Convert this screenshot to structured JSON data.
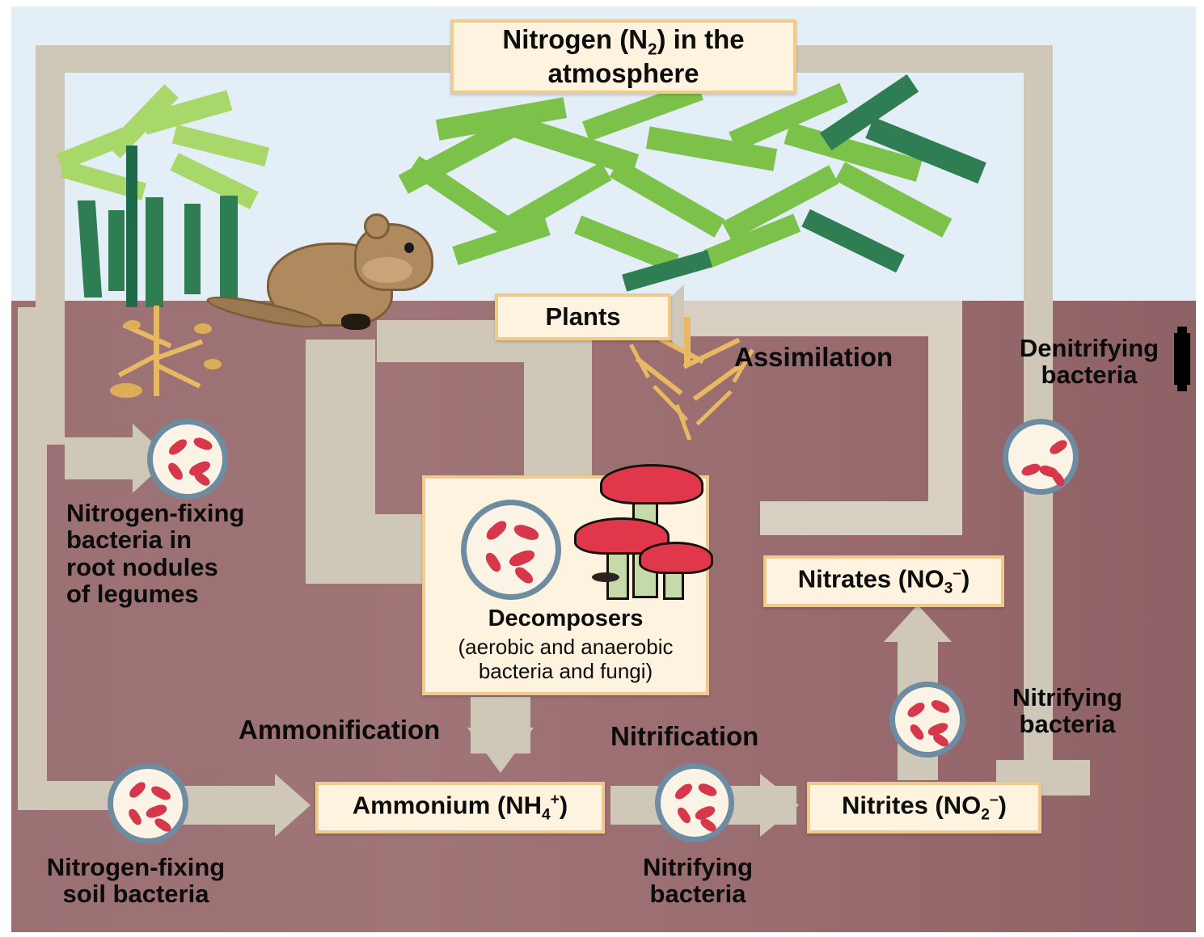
{
  "diagram": {
    "title": "Nitrogen Cycle",
    "colors": {
      "sky": "#e4eef7",
      "soil": "#9c6f72",
      "arrow": "#cfc7b8",
      "box_fill": "#fdf3df",
      "box_border": "#f0c98c",
      "bacteria_ring": "#6d8ca1",
      "bacteria_rod": "#d6374a",
      "text": "#0d0d0d"
    }
  },
  "boxes": {
    "atmosphere": {
      "line1": "Nitrogen (N",
      "sub1": "2",
      "line1b": ") in the",
      "line2": "atmosphere",
      "full": "Nitrogen (N2) in the atmosphere"
    },
    "plants": {
      "label": "Plants"
    },
    "decomposers": {
      "title": "Decomposers",
      "detail_line1": "(aerobic and anaerobic",
      "detail_line2": "bacteria and fungi)"
    },
    "nitrates": {
      "prefix": "Nitrates (NO",
      "sub": "3",
      "sup": "–",
      "suffix": ")",
      "full": "Nitrates (NO3–)"
    },
    "nitrites": {
      "prefix": "Nitrites (NO",
      "sub": "2",
      "sup": "–",
      "suffix": ")",
      "full": "Nitrites (NO2–)"
    },
    "ammonium": {
      "prefix": "Ammonium (NH",
      "sub": "4",
      "sup": "+",
      "suffix": ")",
      "full": "Ammonium (NH4+)"
    }
  },
  "labels": {
    "nitrogen_fixing_legume": "Nitrogen-fixing\nbacteria in\nroot nodules\nof legumes",
    "nitrogen_fixing_soil": "Nitrogen-fixing\nsoil bacteria",
    "assimilation": "Assimilation",
    "denitrifying": "Denitrifying\nbacteria",
    "nitrifying_right": "Nitrifying\nbacteria",
    "nitrifying_bottom": "Nitrifying\nbacteria",
    "ammonification": "Ammonification",
    "nitrification": "Nitrification"
  },
  "icons": {
    "bacteria_legume": "bacteria-colony-icon",
    "bacteria_soil": "bacteria-colony-icon",
    "bacteria_denitrifying": "bacteria-colony-icon",
    "bacteria_nitrifying": "bacteria-colony-icon",
    "bacteria_decomposer": "bacteria-colony-icon",
    "mushroom": "mushroom-icon",
    "rodent": "chipmunk-icon",
    "legume_plant": "legume-plant-icon",
    "shrub": "shrub-plant-icon",
    "roots_legume": "root-nodule-icon",
    "roots_plant": "plant-root-icon"
  }
}
